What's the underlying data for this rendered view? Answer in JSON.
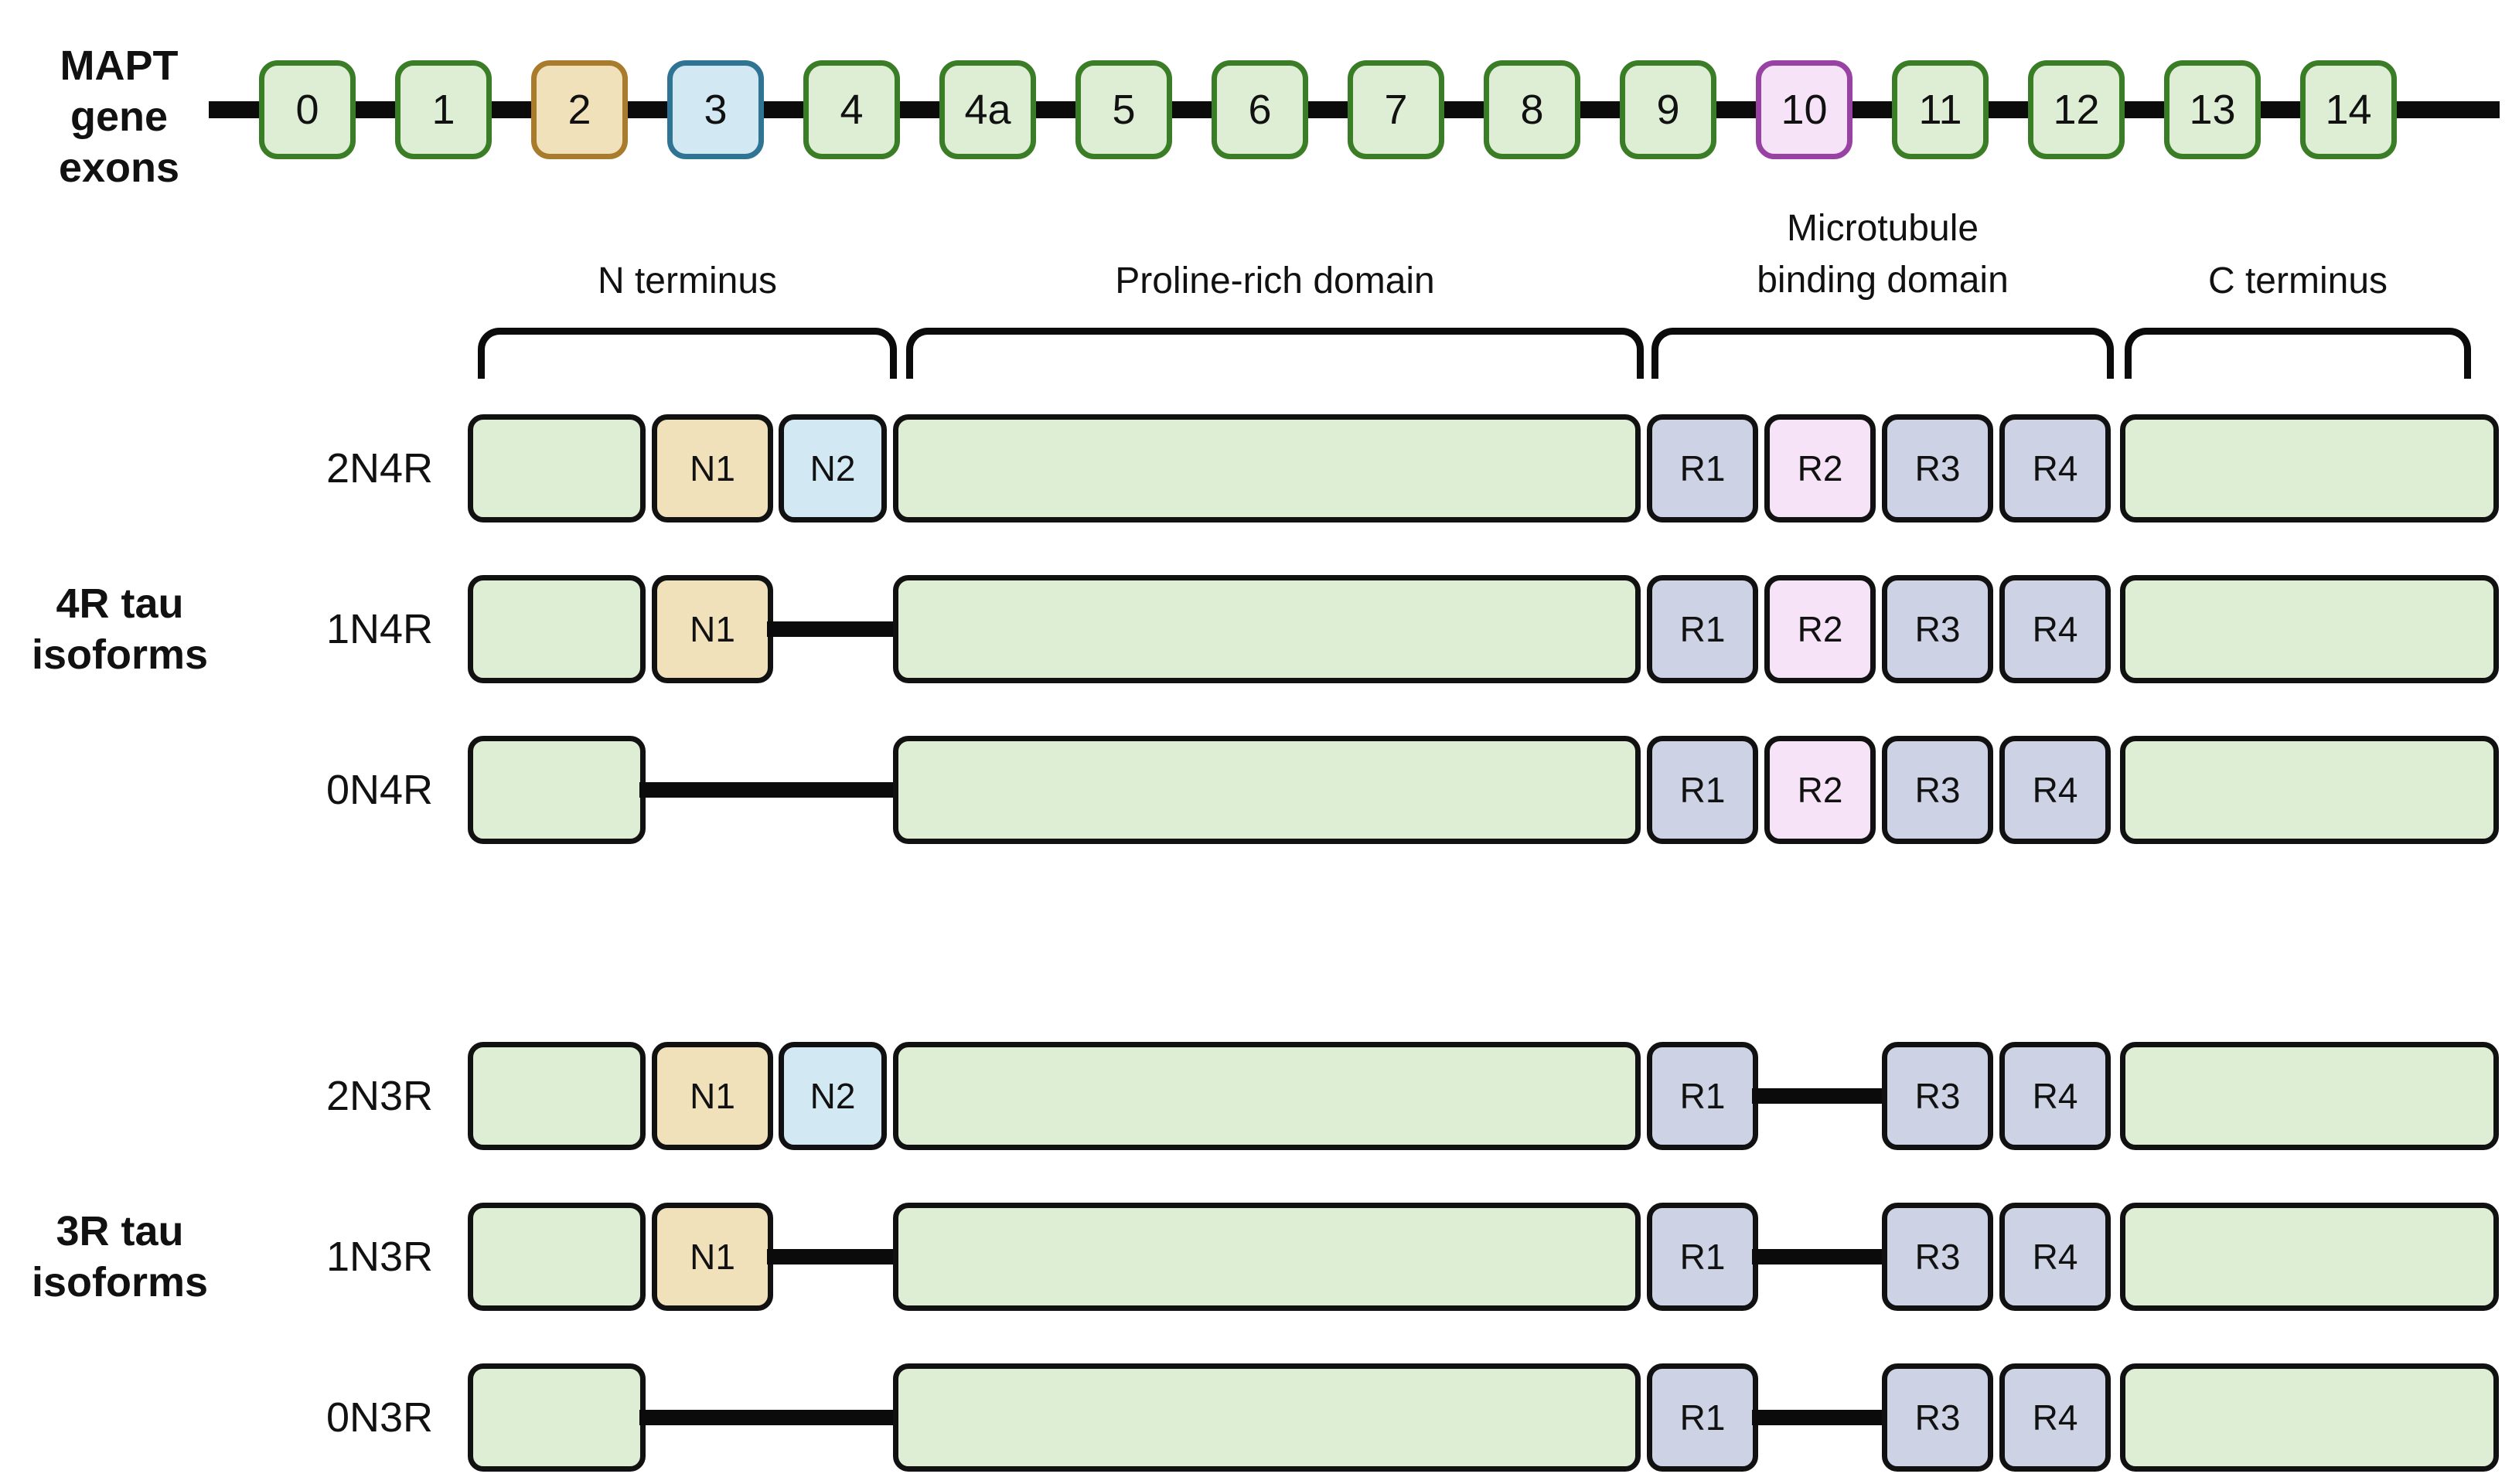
{
  "colors": {
    "green_fill": "#ddeed5",
    "green_border": "#3b7d26",
    "tan_fill": "#f1e1ba",
    "tan_border": "#a97c2d",
    "blue_fill": "#d2e8f2",
    "blue_border": "#2f7493",
    "pink_fill": "#f6e3f8",
    "pink_border": "#9843a3",
    "slate_fill": "#cdd3e4",
    "slate_border": "#2e3f69",
    "connector": "#0b0b0b",
    "text": "#111111",
    "bg": "#ffffff"
  },
  "gene_track": {
    "label_lines": [
      "MAPT",
      "gene",
      "exons"
    ],
    "exons": [
      {
        "label": "0",
        "type": "green"
      },
      {
        "label": "1",
        "type": "green"
      },
      {
        "label": "2",
        "type": "tan"
      },
      {
        "label": "3",
        "type": "blue"
      },
      {
        "label": "4",
        "type": "green"
      },
      {
        "label": "4a",
        "type": "green"
      },
      {
        "label": "5",
        "type": "green"
      },
      {
        "label": "6",
        "type": "green"
      },
      {
        "label": "7",
        "type": "green"
      },
      {
        "label": "8",
        "type": "green"
      },
      {
        "label": "9",
        "type": "green"
      },
      {
        "label": "10",
        "type": "pink"
      },
      {
        "label": "11",
        "type": "green"
      },
      {
        "label": "12",
        "type": "green"
      },
      {
        "label": "13",
        "type": "green"
      },
      {
        "label": "14",
        "type": "green"
      }
    ]
  },
  "domains": {
    "n_terminus": "N terminus",
    "proline_rich": "Proline-rich domain",
    "microtubule_line1": "Microtubule",
    "microtubule_line2": "binding domain",
    "c_terminus": "C terminus"
  },
  "segments": {
    "n1": "N1",
    "n2": "N2",
    "r1": "R1",
    "r2": "R2",
    "r3": "R3",
    "r4": "R4"
  },
  "groups": {
    "four_r": {
      "label_line1": "4R tau",
      "label_line2": "isoforms",
      "rows": [
        {
          "name": "2N4R",
          "n_inserts": [
            "N1",
            "N2"
          ],
          "repeats": [
            "R1",
            "R2",
            "R3",
            "R4"
          ]
        },
        {
          "name": "1N4R",
          "n_inserts": [
            "N1"
          ],
          "repeats": [
            "R1",
            "R2",
            "R3",
            "R4"
          ]
        },
        {
          "name": "0N4R",
          "n_inserts": [],
          "repeats": [
            "R1",
            "R2",
            "R3",
            "R4"
          ]
        }
      ]
    },
    "three_r": {
      "label_line1": "3R tau",
      "label_line2": "isoforms",
      "rows": [
        {
          "name": "2N3R",
          "n_inserts": [
            "N1",
            "N2"
          ],
          "repeats": [
            "R1",
            "R3",
            "R4"
          ]
        },
        {
          "name": "1N3R",
          "n_inserts": [
            "N1"
          ],
          "repeats": [
            "R1",
            "R3",
            "R4"
          ]
        },
        {
          "name": "0N3R",
          "n_inserts": [],
          "repeats": [
            "R1",
            "R3",
            "R4"
          ]
        }
      ]
    }
  }
}
